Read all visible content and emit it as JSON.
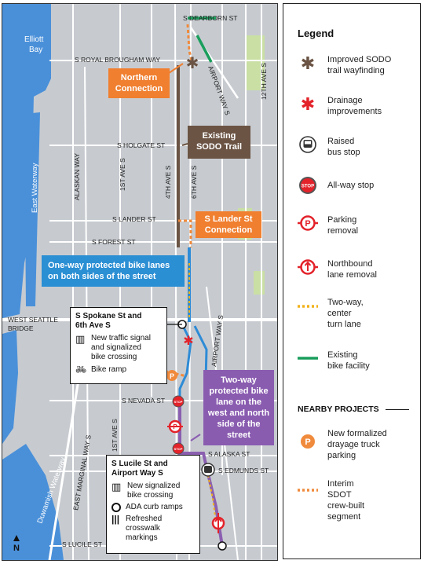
{
  "map": {
    "water_labels": {
      "elliott_bay": [
        "Elliott",
        "Bay"
      ],
      "east_waterway": "East Waterway",
      "duwamish": "Duwamish Waterway"
    },
    "streets": {
      "dearborn": "S DEARBORN ST",
      "royal_brougham": "S ROYAL BROUGHAM WAY",
      "holgate": "S HOLGATE ST",
      "lander": "S LANDER ST",
      "forest": "S FOREST ST",
      "west_seattle_bridge": [
        "WEST SEATTLE",
        "BRIDGE"
      ],
      "nevada": "S NEVADA ST",
      "alaska": "S ALASKA ST",
      "edmunds": "S EDMUNDS ST",
      "lucile": "S LUCILE ST",
      "alaskan_way": "ALASKAN WAY",
      "first_ave_north": "1ST AVE S",
      "first_ave_south": "1ST AVE S",
      "fourth_ave": "4TH AVE S",
      "sixth_ave": "6TH AVE S",
      "airport_way_north": "AIRPORT WAY S",
      "airport_way_south": "AIRPORT WAY S",
      "twelfth_ave": "12TH AVE S",
      "east_marginal": "EAST MARGINAL WAY S"
    },
    "callouts": {
      "northern_connection": [
        "Northern",
        "Connection"
      ],
      "existing_sodo_trail": [
        "Existing",
        "SODO Trail"
      ],
      "lander_connection": [
        "S Lander St",
        "Connection"
      ],
      "one_way_lanes": [
        "One-way protected bike lanes",
        "on both sides of the street"
      ],
      "two_way_lane": [
        "Two-way",
        "protected bike",
        "lane on the",
        "west and north",
        "side of the",
        "street"
      ]
    },
    "spokane_box": {
      "title": [
        "S Spokane St and",
        "6th Ave S"
      ],
      "items": [
        [
          "New traffic signal",
          "and signalized",
          "bike crossing"
        ],
        [
          "Bike ramp"
        ]
      ]
    },
    "lucile_box": {
      "title": [
        "S Lucile St and",
        "Airport Way S"
      ],
      "items": [
        [
          "New signalized",
          "bike crossing"
        ],
        [
          "ADA curb ramps"
        ],
        [
          "Refreshed",
          "crosswalk",
          "markings"
        ]
      ]
    },
    "north_arrow": "N",
    "stop_text": "STOP",
    "p_text": "P"
  },
  "legend": {
    "title": "Legend",
    "items": [
      {
        "label": [
          "Improved SODO",
          "trail wayfinding"
        ],
        "icon": "brown-asterisk-icon"
      },
      {
        "label": [
          "Drainage",
          "improvements"
        ],
        "icon": "red-asterisk-icon"
      },
      {
        "label": [
          "Raised",
          "bus stop"
        ],
        "icon": "bus-stop-icon"
      },
      {
        "label": [
          "All-way stop"
        ],
        "icon": "stop-sign-icon"
      },
      {
        "label": [
          "Parking",
          "removal"
        ],
        "icon": "parking-removal-icon"
      },
      {
        "label": [
          "Northbound",
          "lane removal"
        ],
        "icon": "lane-removal-icon"
      },
      {
        "label": [
          "Two-way,",
          "center",
          "turn lane"
        ],
        "icon": "center-turn-lane-icon"
      },
      {
        "label": [
          "Existing",
          "bike facility"
        ],
        "icon": "existing-bike-facility-icon"
      }
    ],
    "nearby_title": "NEARBY PROJECTS",
    "nearby_items": [
      {
        "label": [
          "New formalized",
          "drayage truck",
          "parking"
        ],
        "icon": "drayage-parking-icon"
      },
      {
        "label": [
          "Interim",
          "SDOT",
          "crew-built",
          "segment"
        ],
        "icon": "interim-segment-icon"
      }
    ]
  },
  "colors": {
    "water": "#4a90d9",
    "land": "#c7cbd0",
    "roads": "#ffffff",
    "park": "#c9dfa4",
    "existing_trail": "#6b5444",
    "one_way_lanes": "#2e8bd6",
    "two_way_lane": "#8b5fb0",
    "center_turn": "#f2b21b",
    "existing_bike": "#1a9e5c",
    "interim": "#f08a3c",
    "drainage_red": "#e3222a",
    "callout_orange": "#f07f2f",
    "callout_brown": "#6b5444",
    "callout_blue": "#2b8fd4",
    "callout_purple": "#8a5cb0"
  }
}
